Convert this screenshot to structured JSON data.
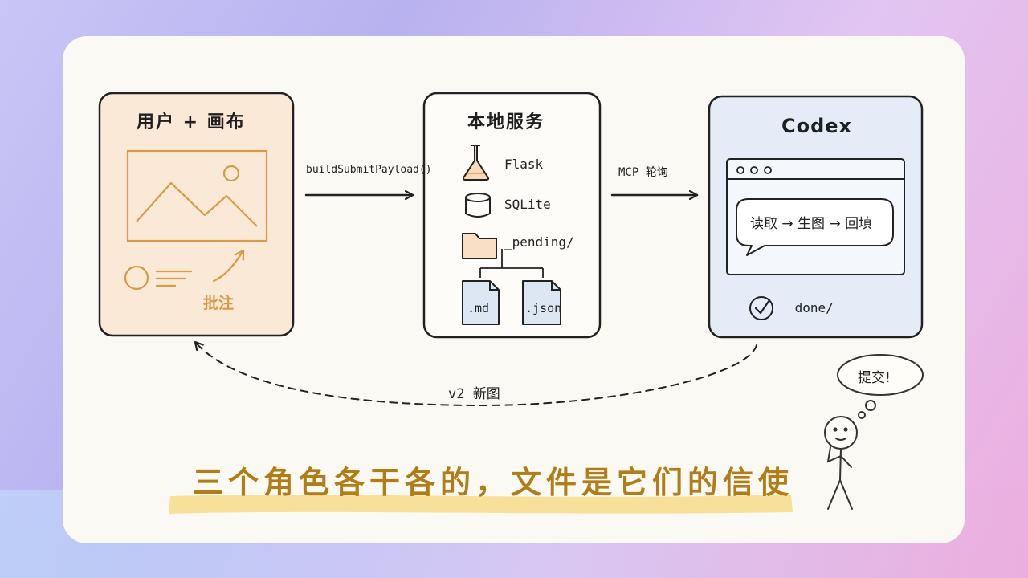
{
  "nodes": {
    "user": {
      "title": "用户 + 画布",
      "annotation": "批注"
    },
    "local": {
      "title": "本地服务",
      "items": {
        "flask": "Flask",
        "sqlite": "SQLite",
        "pending": "_pending/",
        "md": ".md",
        "json": ".json"
      }
    },
    "codex": {
      "title": "Codex",
      "bubble": "读取 → 生图 → 回填",
      "done": "_done/"
    }
  },
  "edges": {
    "submit": "buildSubmitPayload()",
    "poll": "MCP 轮询",
    "return": "v2 新图"
  },
  "character": {
    "speech": "提交!"
  },
  "headline": "三个角色各干各的，文件是它们的信使",
  "colors": {
    "user_fill": "#fbe9d7",
    "codex_fill": "#e5ecf8",
    "accent": "#d99a45",
    "headline": "#b07d17",
    "highlight": "#f6dd8a"
  }
}
